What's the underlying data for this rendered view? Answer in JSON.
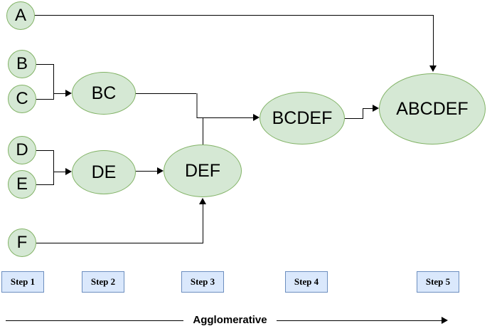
{
  "diagram": {
    "nodes": {
      "a": {
        "label": "A"
      },
      "b": {
        "label": "B"
      },
      "c": {
        "label": "C"
      },
      "d": {
        "label": "D"
      },
      "e": {
        "label": "E"
      },
      "f": {
        "label": "F"
      },
      "bc": {
        "label": "BC"
      },
      "de": {
        "label": "DE"
      },
      "def": {
        "label": "DEF"
      },
      "bcdef": {
        "label": "BCDEF"
      },
      "abcdef": {
        "label": "ABCDEF"
      }
    },
    "steps": [
      {
        "label": "Step 1"
      },
      {
        "label": "Step 2"
      },
      {
        "label": "Step 3"
      },
      {
        "label": "Step 4"
      },
      {
        "label": "Step 5"
      }
    ],
    "axis": {
      "label": "Agglomerative"
    },
    "colors": {
      "cluster_fill": "#d5e8d4",
      "cluster_stroke": "#82b366",
      "step_fill": "#dae8fc",
      "step_stroke": "#6c8ebf",
      "connector": "#000000",
      "background": "#ffffff"
    }
  }
}
